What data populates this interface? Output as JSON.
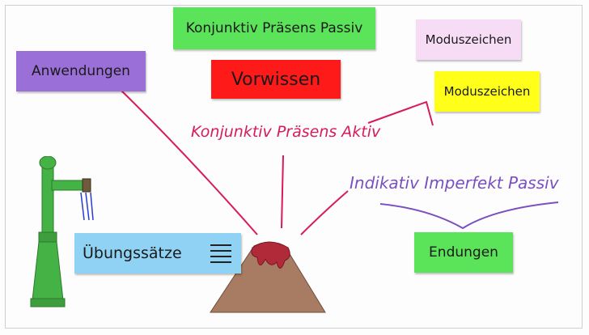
{
  "colors": {
    "magenta_ink": "#d81b5a",
    "purple_ink": "#7a4fc0",
    "green_card": "#5be35a",
    "purple_card": "#9b6fd8",
    "red_card": "#ff1a1a",
    "pink_card": "#f6dcf4",
    "yellow_card": "#ffff1a",
    "blue_card": "#8fd2f4",
    "volcano": "#a87c62",
    "lava": "#b02a3a",
    "pump": "#45b245"
  },
  "cards": {
    "top_center": "Konjunktiv Präsens Passiv",
    "top_left": "Anwendungen",
    "center": "Vorwissen",
    "top_right_pink": "Moduszeichen",
    "right_yellow": "Moduszeichen",
    "bottom_right": "Endungen",
    "left_blue": "Übungssätze"
  },
  "handwriting": {
    "center_label": "Konjunktiv Präsens Aktiv",
    "right_label": "Indikativ Imperfekt Passiv"
  },
  "icons": [
    "volcano-icon",
    "water-pump-icon",
    "lines-icon"
  ]
}
